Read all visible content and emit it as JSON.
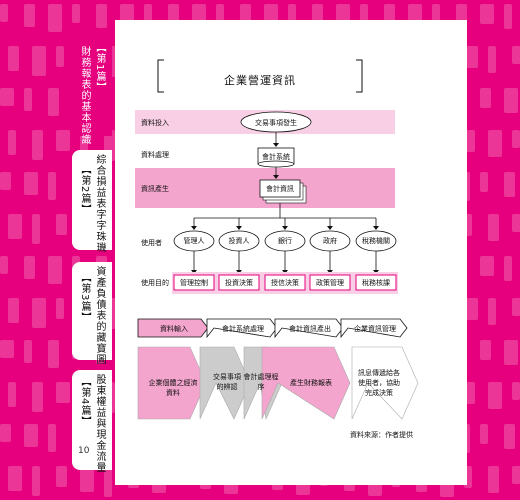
{
  "sidebar": {
    "tabs": [
      {
        "tag": "【第1篇】",
        "title": "財務報表的基本認識",
        "active": true
      },
      {
        "tag": "【第2篇】",
        "title": "綜合損益表字字珠璣",
        "active": false
      },
      {
        "tag": "【第3篇】",
        "title": "資產負債表的藏寶圖",
        "active": false
      },
      {
        "tag": "【第4篇】",
        "title": "股東權益與現金流量",
        "active": false
      }
    ]
  },
  "page_number": "10",
  "figure": {
    "title": "企業營運資訊",
    "rows": {
      "input": "資料投入",
      "process": "資料處理",
      "output": "資訊產生",
      "users": "使用者",
      "purpose": "使用目的"
    },
    "event": "交易事項發生",
    "system": "會計系統",
    "info": "會計資訊",
    "users": [
      "管理人",
      "投資人",
      "銀行",
      "政府",
      "稅務機關"
    ],
    "purposes": [
      "管理控制",
      "投資決策",
      "授信決策",
      "政策管理",
      "稅務核課"
    ],
    "stages_top": [
      "資料輸入",
      "會計系統處理",
      "會計資訊產出",
      "企業資訊管理"
    ],
    "stages_bottom": [
      "企業個體之經濟資料",
      "交易事項的辨認",
      "會計處理程序",
      "產生財務報表",
      "訊息傳遞給各使用者，協助完成決策"
    ],
    "source": "資料來源：作者提供"
  },
  "colors": {
    "magenta": "#e6007e",
    "pink_light": "#f9cfe5",
    "pink_mid": "#f4a5cd",
    "gray": "#cccccc"
  }
}
